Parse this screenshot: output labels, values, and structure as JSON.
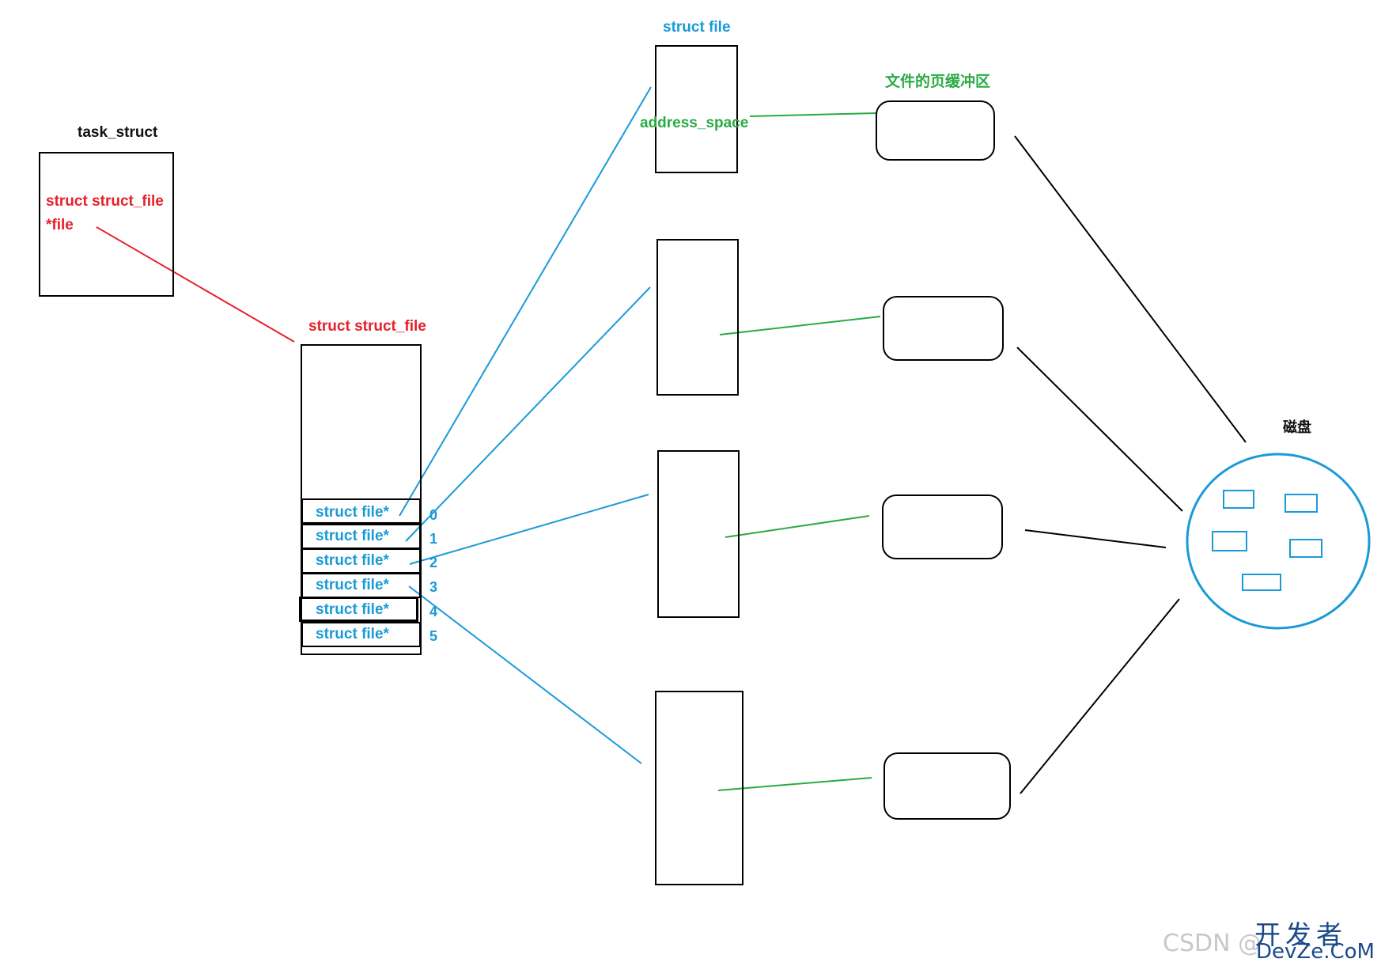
{
  "labels": {
    "task_struct": "task_struct",
    "task_field_line1": "struct struct_file",
    "task_field_line2": "*file",
    "files_struct_title": "struct struct_file",
    "struct_file_title": "struct file",
    "address_space": "address_space",
    "page_buffer_title": "文件的页缓冲区",
    "disk_title": "磁盘"
  },
  "fd_slots": [
    {
      "text": "struct file*",
      "index": "0"
    },
    {
      "text": "struct file*",
      "index": "1"
    },
    {
      "text": "struct file*",
      "index": "2"
    },
    {
      "text": "struct file*",
      "index": "3"
    },
    {
      "text": "struct file*",
      "index": "4"
    },
    {
      "text": "struct file*",
      "index": "5"
    }
  ],
  "watermark": {
    "csdn": "CSDN @",
    "brand_cn": "开发者",
    "brand_en": "DevZe.CoM"
  },
  "colors": {
    "pointer_red": "#e8202a",
    "pointer_blue": "#1a9ad8",
    "mapping_green": "#2aaa45",
    "outline_black": "#000000"
  }
}
